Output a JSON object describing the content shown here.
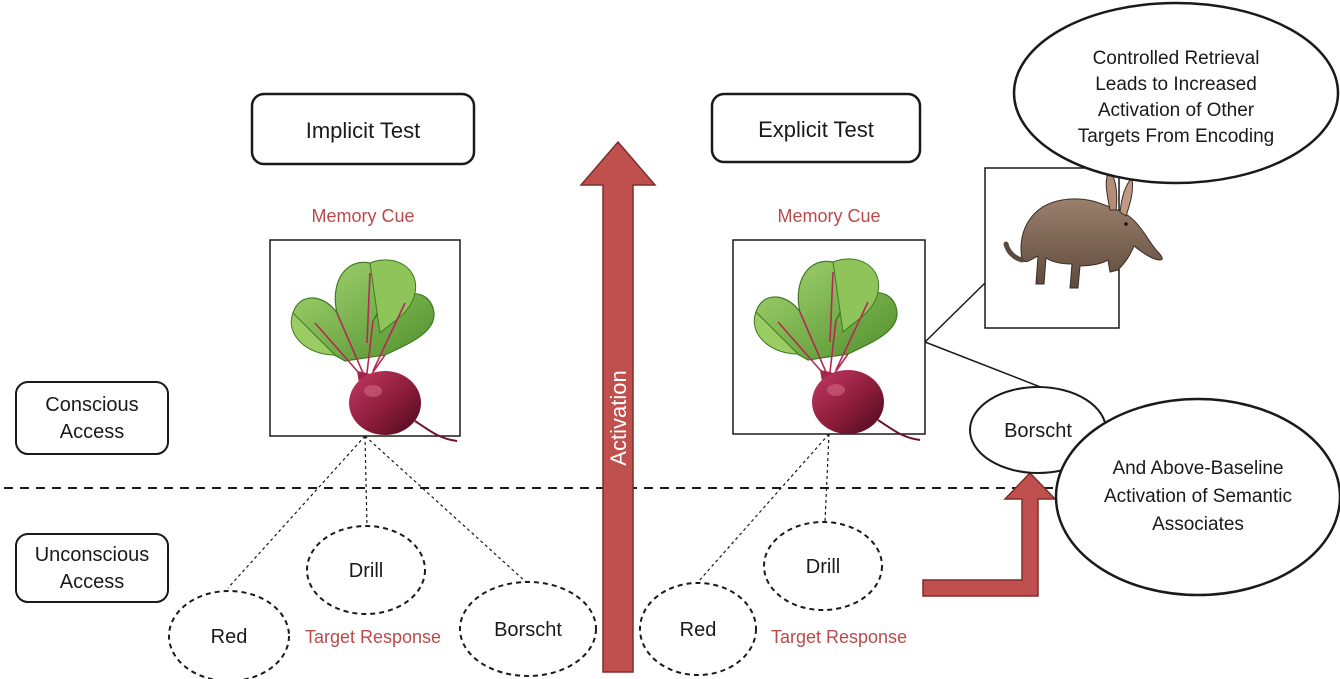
{
  "colors": {
    "accent_red": "#b94a4a",
    "arrow_fill": "#c0504d",
    "arrow_stroke": "#7a2f2d",
    "ink": "#1a1a1a",
    "beet_root": "#8b1c3a",
    "beet_leaf": "#7ab648"
  },
  "left_labels": {
    "conscious": [
      "Conscious",
      "Access"
    ],
    "unconscious": [
      "Unconscious",
      "Access"
    ]
  },
  "implicit": {
    "title": "Implicit Test",
    "cue_label": "Memory Cue",
    "cue_image": "beet-root",
    "nodes": {
      "red": "Red",
      "drill": "Drill",
      "borscht": "Borscht"
    },
    "target_label": "Target Response"
  },
  "activation": {
    "label": "Activation"
  },
  "explicit": {
    "title": "Explicit Test",
    "cue_label": "Memory Cue",
    "cue_image": "beet-root",
    "nodes": {
      "red": "Red",
      "drill": "Drill",
      "borscht": "Borscht"
    },
    "target_label": "Target Response",
    "other_target_image": "aardvark"
  },
  "callouts": {
    "controlled": [
      "Controlled Retrieval",
      "Leads to Increased",
      "Activation of Other",
      "Targets From Encoding"
    ],
    "semantic": [
      "And Above-Baseline",
      "Activation of Semantic",
      "Associates"
    ]
  }
}
